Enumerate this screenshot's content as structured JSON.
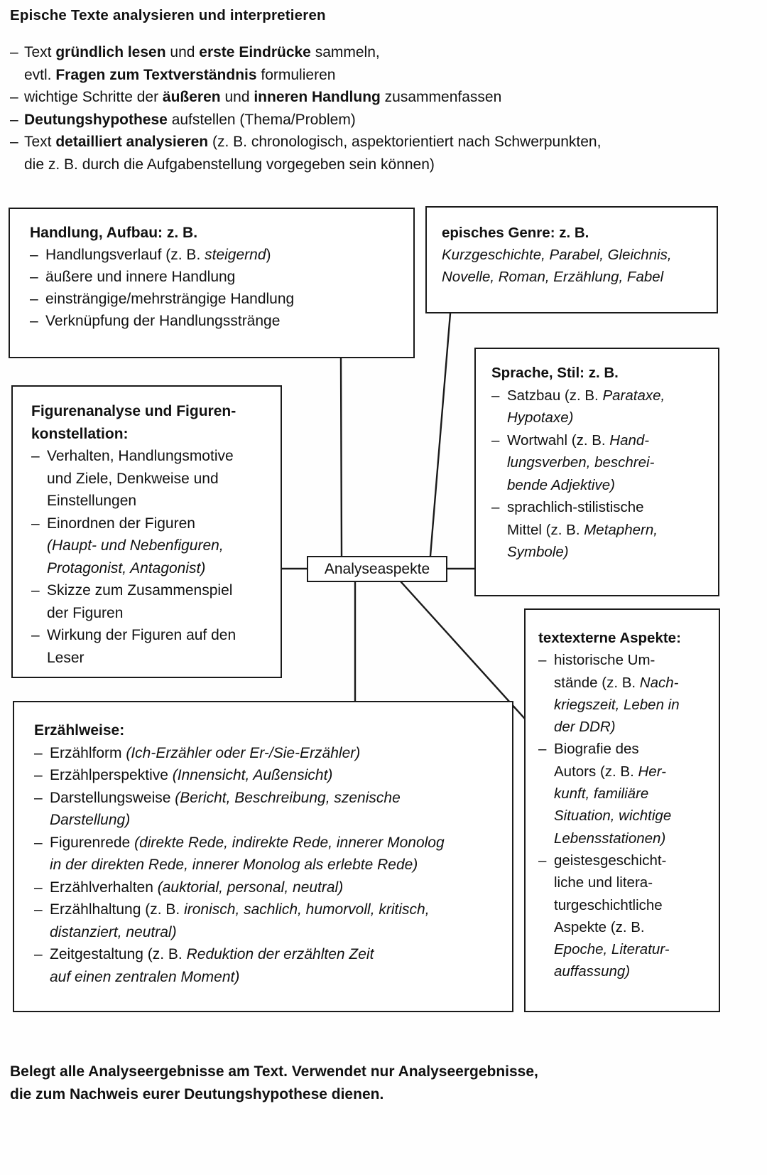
{
  "heading": "Epische Texte analysieren und interpretieren",
  "intro": {
    "items": [
      {
        "dash": "–",
        "lines": [
          [
            {
              "t": "Text ",
              "s": "n"
            },
            {
              "t": "gründlich lesen",
              "s": "b"
            },
            {
              "t": " und ",
              "s": "n"
            },
            {
              "t": "erste Eindrücke",
              "s": "b"
            },
            {
              "t": " sammeln,",
              "s": "n"
            }
          ],
          [
            {
              "t": "evtl. ",
              "s": "n"
            },
            {
              "t": "Fragen zum Textverständnis",
              "s": "b"
            },
            {
              "t": " formulieren",
              "s": "n"
            }
          ]
        ]
      },
      {
        "dash": "–",
        "lines": [
          [
            {
              "t": "wichtige Schritte der ",
              "s": "n"
            },
            {
              "t": "äußeren",
              "s": "b"
            },
            {
              "t": " und ",
              "s": "n"
            },
            {
              "t": "inneren Handlung",
              "s": "b"
            },
            {
              "t": " zusammenfassen",
              "s": "n"
            }
          ]
        ]
      },
      {
        "dash": "–",
        "lines": [
          [
            {
              "t": "Deutungshypothese",
              "s": "b"
            },
            {
              "t": " aufstellen (Thema/Problem)",
              "s": "n"
            }
          ]
        ]
      },
      {
        "dash": "–",
        "lines": [
          [
            {
              "t": "Text ",
              "s": "n"
            },
            {
              "t": "detailliert analysieren",
              "s": "b"
            },
            {
              "t": " (z. B. chronologisch, aspektorientiert nach Schwerpunkten,",
              "s": "n"
            }
          ],
          [
            {
              "t": "die z. B. durch die Aufgabenstellung vorgegeben sein können)",
              "s": "n"
            }
          ]
        ]
      }
    ]
  },
  "central_node": {
    "label": "Analyseaspekte"
  },
  "boxes": {
    "handlung": {
      "title": [
        {
          "t": "Handlung, Aufbau:",
          "s": "b"
        },
        {
          "t": " z. B.",
          "s": "n"
        }
      ],
      "items": [
        {
          "dash": "–",
          "parts": [
            {
              "t": "Handlungsverlauf (z. B. ",
              "s": "n"
            },
            {
              "t": "steigernd",
              "s": "i"
            },
            {
              "t": ")",
              "s": "n"
            }
          ]
        },
        {
          "dash": "–",
          "parts": [
            {
              "t": "äußere und innere Handlung",
              "s": "n"
            }
          ]
        },
        {
          "dash": "–",
          "parts": [
            {
              "t": "einsträngige/mehrsträngige Handlung",
              "s": "n"
            }
          ]
        },
        {
          "dash": "–",
          "parts": [
            {
              "t": "Verknüpfung der Handlungsstränge",
              "s": "n"
            }
          ]
        }
      ]
    },
    "genre": {
      "title": [
        {
          "t": "episches Genre:",
          "s": "b"
        },
        {
          "t": " z. B.",
          "s": "n"
        }
      ],
      "lines": [
        [
          {
            "t": "Kurzgeschichte, Parabel, Gleichnis,",
            "s": "i"
          }
        ],
        [
          {
            "t": "Novelle, Roman, Erzählung, Fabel",
            "s": "i"
          }
        ]
      ]
    },
    "sprache": {
      "title": [
        {
          "t": "Sprache, Stil:",
          "s": "b"
        },
        {
          "t": " z. B.",
          "s": "n"
        }
      ],
      "items": [
        {
          "dash": "–",
          "parts": [
            {
              "t": "Satzbau (z. B. ",
              "s": "n"
            },
            {
              "t": "Parataxe,",
              "s": "i"
            }
          ]
        },
        {
          "dash": "",
          "parts": [
            {
              "t": "Hypotaxe)",
              "s": "i"
            }
          ]
        },
        {
          "dash": "–",
          "parts": [
            {
              "t": "Wortwahl (z. B. ",
              "s": "n"
            },
            {
              "t": "Hand-",
              "s": "i"
            }
          ]
        },
        {
          "dash": "",
          "parts": [
            {
              "t": "lungsverben, beschrei-",
              "s": "i"
            }
          ]
        },
        {
          "dash": "",
          "parts": [
            {
              "t": "bende Adjektive)",
              "s": "i"
            }
          ]
        },
        {
          "dash": "–",
          "parts": [
            {
              "t": "sprachlich-stilistische",
              "s": "n"
            }
          ]
        },
        {
          "dash": "",
          "parts": [
            {
              "t": "Mittel (z. B. ",
              "s": "n"
            },
            {
              "t": "Metaphern,",
              "s": "i"
            }
          ]
        },
        {
          "dash": "",
          "parts": [
            {
              "t": "Symbole)",
              "s": "i"
            }
          ]
        }
      ]
    },
    "figuren": {
      "title": [
        {
          "t": "Figurenanalyse und Figuren-",
          "s": "b"
        }
      ],
      "title2": [
        {
          "t": "konstellation:",
          "s": "b"
        }
      ],
      "items": [
        {
          "dash": "–",
          "parts": [
            {
              "t": "Verhalten, Handlungsmotive",
              "s": "n"
            }
          ]
        },
        {
          "dash": "",
          "parts": [
            {
              "t": "und Ziele, Denkweise und",
              "s": "n"
            }
          ]
        },
        {
          "dash": "",
          "parts": [
            {
              "t": "Einstellungen",
              "s": "n"
            }
          ]
        },
        {
          "dash": "–",
          "parts": [
            {
              "t": "Einordnen der Figuren",
              "s": "n"
            }
          ]
        },
        {
          "dash": "",
          "parts": [
            {
              "t": "(Haupt- und Nebenfiguren,",
              "s": "i"
            }
          ]
        },
        {
          "dash": "",
          "parts": [
            {
              "t": "Protagonist, Antagonist)",
              "s": "i"
            }
          ]
        },
        {
          "dash": "–",
          "parts": [
            {
              "t": "Skizze zum Zusammenspiel",
              "s": "n"
            }
          ]
        },
        {
          "dash": "",
          "parts": [
            {
              "t": "der Figuren",
              "s": "n"
            }
          ]
        },
        {
          "dash": "–",
          "parts": [
            {
              "t": "Wirkung der Figuren auf den",
              "s": "n"
            }
          ]
        },
        {
          "dash": "",
          "parts": [
            {
              "t": "Leser",
              "s": "n"
            }
          ]
        }
      ]
    },
    "textextern": {
      "title": [
        {
          "t": "textexterne Aspekte:",
          "s": "b"
        }
      ],
      "items": [
        {
          "dash": "–",
          "parts": [
            {
              "t": "historische Um-",
              "s": "n"
            }
          ]
        },
        {
          "dash": "",
          "parts": [
            {
              "t": "stände (z. B. ",
              "s": "n"
            },
            {
              "t": "Nach-",
              "s": "i"
            }
          ]
        },
        {
          "dash": "",
          "parts": [
            {
              "t": "kriegszeit, Leben in",
              "s": "i"
            }
          ]
        },
        {
          "dash": "",
          "parts": [
            {
              "t": "der DDR)",
              "s": "i"
            }
          ]
        },
        {
          "dash": "–",
          "parts": [
            {
              "t": "Biografie des",
              "s": "n"
            }
          ]
        },
        {
          "dash": "",
          "parts": [
            {
              "t": "Autors (z. B. ",
              "s": "n"
            },
            {
              "t": "Her-",
              "s": "i"
            }
          ]
        },
        {
          "dash": "",
          "parts": [
            {
              "t": "kunft, familiäre",
              "s": "i"
            }
          ]
        },
        {
          "dash": "",
          "parts": [
            {
              "t": "Situation, wichtige",
              "s": "i"
            }
          ]
        },
        {
          "dash": "",
          "parts": [
            {
              "t": "Lebensstationen)",
              "s": "i"
            }
          ]
        },
        {
          "dash": "–",
          "parts": [
            {
              "t": "geistesgeschicht-",
              "s": "n"
            }
          ]
        },
        {
          "dash": "",
          "parts": [
            {
              "t": "liche und litera-",
              "s": "n"
            }
          ]
        },
        {
          "dash": "",
          "parts": [
            {
              "t": "turgeschichtliche",
              "s": "n"
            }
          ]
        },
        {
          "dash": "",
          "parts": [
            {
              "t": "Aspekte (z. B.",
              "s": "n"
            }
          ]
        },
        {
          "dash": "",
          "parts": [
            {
              "t": "Epoche, Literatur-",
              "s": "i"
            }
          ]
        },
        {
          "dash": "",
          "parts": [
            {
              "t": "auffassung)",
              "s": "i"
            }
          ]
        }
      ]
    },
    "erzaehl": {
      "title": [
        {
          "t": "Erzählweise:",
          "s": "b"
        }
      ],
      "items": [
        {
          "dash": "–",
          "parts": [
            {
              "t": "Erzählform ",
              "s": "n"
            },
            {
              "t": "(Ich-Erzähler oder Er-/Sie-Erzähler)",
              "s": "i"
            }
          ]
        },
        {
          "dash": "–",
          "parts": [
            {
              "t": "Erzählperspektive ",
              "s": "n"
            },
            {
              "t": "(Innensicht, Außensicht)",
              "s": "i"
            }
          ]
        },
        {
          "dash": "–",
          "parts": [
            {
              "t": "Darstellungsweise ",
              "s": "n"
            },
            {
              "t": "(Bericht, Beschreibung, szenische",
              "s": "i"
            }
          ]
        },
        {
          "dash": "",
          "parts": [
            {
              "t": "Darstellung)",
              "s": "i"
            }
          ]
        },
        {
          "dash": "–",
          "parts": [
            {
              "t": "Figurenrede ",
              "s": "n"
            },
            {
              "t": "(direkte Rede, indirekte Rede, innerer Monolog",
              "s": "i"
            }
          ]
        },
        {
          "dash": "",
          "parts": [
            {
              "t": "in der direkten Rede, innerer Monolog als erlebte Rede)",
              "s": "i"
            }
          ]
        },
        {
          "dash": "–",
          "parts": [
            {
              "t": "Erzählverhalten ",
              "s": "n"
            },
            {
              "t": "(auktorial, personal, neutral)",
              "s": "i"
            }
          ]
        },
        {
          "dash": "–",
          "parts": [
            {
              "t": "Erzählhaltung (z. B. ",
              "s": "n"
            },
            {
              "t": "ironisch, sachlich, humorvoll, kritisch,",
              "s": "i"
            }
          ]
        },
        {
          "dash": "",
          "parts": [
            {
              "t": "distanziert, neutral)",
              "s": "i"
            }
          ]
        },
        {
          "dash": "–",
          "parts": [
            {
              "t": "Zeitgestaltung (z. B. ",
              "s": "n"
            },
            {
              "t": "Reduktion der erzählten Zeit",
              "s": "i"
            }
          ]
        },
        {
          "dash": "",
          "parts": [
            {
              "t": "auf einen zentralen Moment)",
              "s": "i"
            }
          ]
        }
      ]
    }
  },
  "footer": {
    "lines": [
      "Belegt alle Analyseergebnisse am Text. Verwendet nur Analyseergebnisse,",
      "die zum Nachweis eurer Deutungshypothese dienen."
    ]
  }
}
